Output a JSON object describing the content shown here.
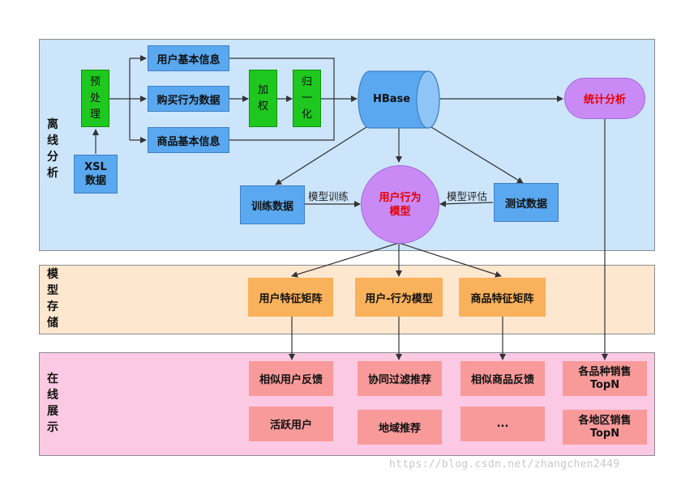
{
  "panels": {
    "offline": {
      "label": "离\n线\n分\n析"
    },
    "storage": {
      "label": "模\n型\n存\n储"
    },
    "display": {
      "label": "在\n线\n展\n示"
    }
  },
  "offline": {
    "preprocess": "预\n处\n理",
    "xsl": "XSL\n数据",
    "user_info": "用户基本信息",
    "purchase": "购买行为数据",
    "product_info": "商品基本信息",
    "weight": "加\n权",
    "normalize": "归\n一\n化",
    "hbase": "HBase",
    "stats": "统计分析",
    "train_data": "训练数据",
    "test_data": "测试数据",
    "model": "用户行为\n模型",
    "train_label": "模型训练",
    "eval_label": "模型评估"
  },
  "storage": {
    "user_matrix": "用户特征矩阵",
    "user_behavior": "用户-行为模型",
    "product_matrix": "商品特征矩阵"
  },
  "display": {
    "similar_user": "相似用户反馈",
    "active_user": "活跃用户",
    "collab_filter": "协同过滤推荐",
    "region_rec": "地域推荐",
    "similar_product": "相似商品反馈",
    "ellipsis": "...",
    "category_sales": "各品种销售\nTopN",
    "region_sales": "各地区销售\nTopN"
  },
  "colors": {
    "offline_bg": "#cce5fb",
    "storage_bg": "#fde7cf",
    "display_bg": "#fbc9e3",
    "model_purple": "#c98af5",
    "stats_purple": "#c98af5",
    "red_text": "#e60000"
  },
  "watermark": "https://blog.csdn.net/zhangchen2449"
}
